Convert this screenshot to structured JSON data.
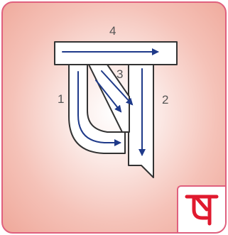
{
  "stroke_numbers": {
    "one": "1",
    "two": "2",
    "three": "3",
    "four": "4"
  },
  "colors": {
    "border": "#e0607e",
    "background_center": "#ffffff",
    "background_edge": "#efa89a",
    "letter_outline": "#333333",
    "arrow": "#1f3a8a",
    "badge_letter": "#e0192e"
  },
  "icons": {
    "main_letter": "letter-outline-with-stroke-order",
    "badge_letter": "letter-glyph"
  }
}
